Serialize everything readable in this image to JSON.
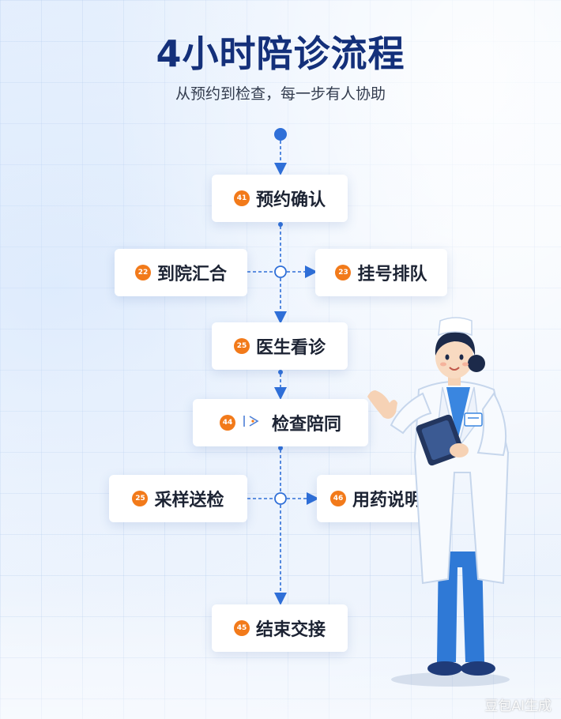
{
  "header": {
    "title": "4小时陪诊流程",
    "subtitle": "从预约到检查，每一步有人协助"
  },
  "steps": {
    "appointment": {
      "badge": "41",
      "label": "预约确认"
    },
    "arrive": {
      "badge": "22",
      "label": "到院汇合"
    },
    "register": {
      "badge": "23",
      "label": "挂号排队"
    },
    "doctor": {
      "badge": "25",
      "label": "医生看诊"
    },
    "exam": {
      "badge": "44",
      "label": "检查陪同"
    },
    "sample": {
      "badge": "25",
      "label": "采样送检"
    },
    "medicine": {
      "badge": "46",
      "label": "用药说明"
    },
    "handover": {
      "badge": "45",
      "label": "结束交接"
    }
  },
  "colors": {
    "title": "#14307a",
    "badge": "#f27a1a",
    "connector": "#2f6fd8",
    "card": "#ffffff"
  },
  "icons": {
    "exam_icon": "scan-arrow-icon"
  },
  "watermark": "豆包AI生成"
}
